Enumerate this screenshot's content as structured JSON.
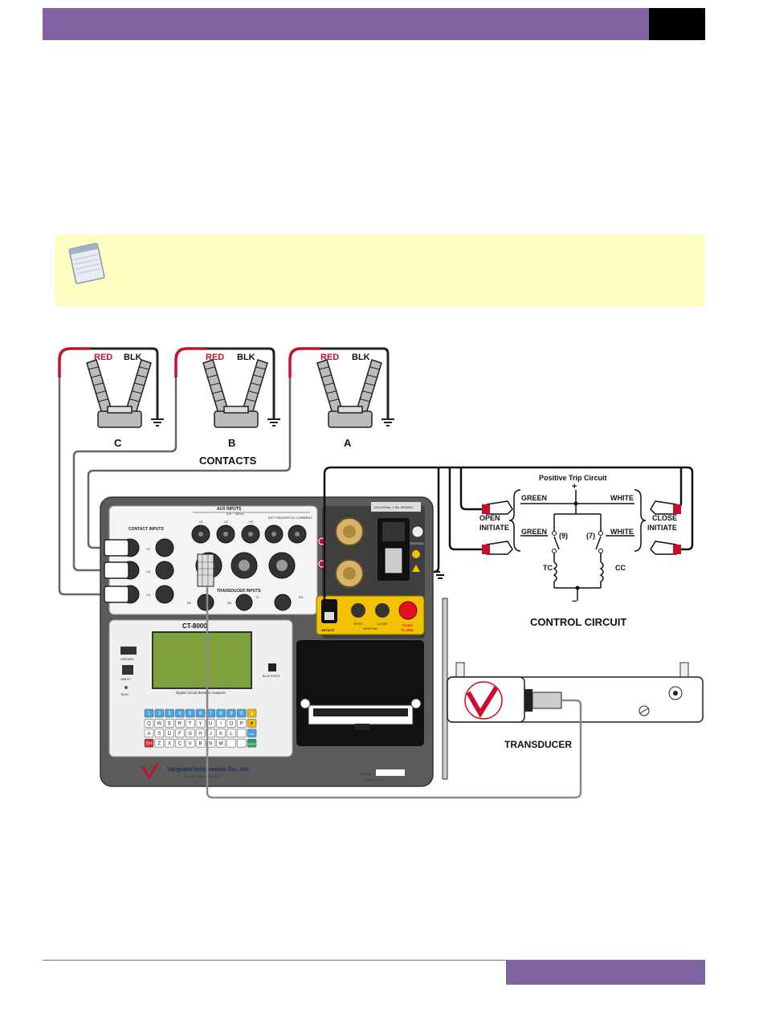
{
  "page": {
    "header_color": "#8064a2",
    "note_bg": "#ffffc4",
    "note_icon": "notepad-icon"
  },
  "breakers": [
    {
      "phase": "C",
      "red": "RED",
      "blk": "BLK"
    },
    {
      "phase": "B",
      "red": "RED",
      "blk": "BLK"
    },
    {
      "phase": "A",
      "red": "RED",
      "blk": "BLK"
    }
  ],
  "contacts_label": "CONTACTS",
  "control_circuit": {
    "title": "Positive Trip Circuit",
    "plus": "+",
    "minus": "−",
    "green1": "GREEN",
    "green2": "GREEN",
    "white1": "WHITE",
    "white2": "WHITE",
    "open_initiate": [
      "OPEN",
      "INITIATE"
    ],
    "close_initiate": [
      "CLOSE",
      "INITIATE"
    ],
    "sw_trip": "(9)",
    "sw_close": "(7)",
    "tc": "TC",
    "cc": "CC",
    "label": "CONTROL CIRCUIT"
  },
  "analyzer": {
    "model": "CT-8000",
    "contact_inputs": "CONTACT INPUTS",
    "aux_inputs": "AUX INPUTS",
    "aux_range": "(0V ~ 300V)",
    "aux_cols": [
      "V1",
      "V2",
      "V3",
      "EXT TRIGGER",
      "DC CURRENT"
    ],
    "transducer_inputs": "TRANSDUCER INPUTS",
    "trans_cols": [
      "R1",
      "R2",
      "T1",
      "R3"
    ],
    "contact_rows": [
      "C1",
      "C2",
      "C3"
    ],
    "power_rating": "120-240Vac, 1.6A, 50/60Hz",
    "usb_mem": "USB MEM",
    "usb_pc": "USB PC",
    "busy": "BUSY",
    "bluetooth": "BLUETOOTH",
    "lcd_caption": "Digital Circuit Breaker Analyzer",
    "initiate": "INITIATE",
    "open": "OPEN",
    "close": "CLOSE",
    "trip_rating": "250V/10A",
    "arm_label": [
      "\"PUSH\"",
      "TO ARM"
    ],
    "ground": "GROUND",
    "company": "Vanguard Instruments Co., Inc.",
    "company_sub": "Ontario, California, USA",
    "serial": "SERIAL",
    "made_in": "MADE IN U.S.A.",
    "keypad_rows": [
      [
        "1",
        "2",
        "3",
        "4",
        "5",
        "6",
        "7",
        "8",
        "9",
        "0",
        "▲"
      ],
      [
        "Q",
        "W",
        "E",
        "R",
        "T",
        "Y",
        "U",
        "I",
        "O",
        "P",
        "▼"
      ],
      [
        "A",
        "S",
        "D",
        "F",
        "G",
        "H",
        "J",
        "K",
        "L",
        "",
        "CLR"
      ],
      [
        "SH",
        "Z",
        "X",
        "C",
        "V",
        "B",
        "N",
        "M",
        "",
        ".",
        "ENTER"
      ]
    ]
  },
  "transducer_label": "TRANSDUCER"
}
